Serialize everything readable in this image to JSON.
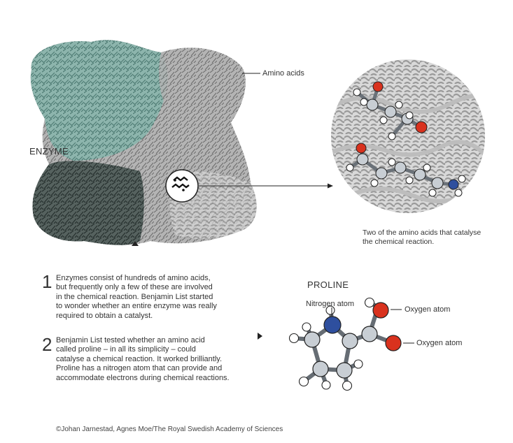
{
  "labels": {
    "enzyme": "ENZYME",
    "amino_acids": "Amino acids",
    "caption": "Two of the amino acids that catalyse\nthe chemical reaction.",
    "proline": "PROLINE",
    "nitrogen_atom": "Nitrogen atom",
    "oxygen_atom_1": "Oxygen atom",
    "oxygen_atom_2": "Oxygen atom"
  },
  "steps": [
    {
      "number": "1",
      "text": "Enzymes consist of hundreds of amino acids,\nbut frequently only a few of these are involved\nin the chemical reaction. Benjamin List started\nto wonder whether an entire enzyme was really\nrequired to obtain a catalyst."
    },
    {
      "number": "2",
      "text": "Benjamin List tested whether an amino acid\ncalled proline – in all its simplicity – could\ncatalyse a chemical reaction. It worked brilliantly.\nProline has a nitrogen atom that can provide and\naccommodate electrons during chemical reactions."
    }
  ],
  "credit": "©Johan Jarnestad, Agnes Moe/The Royal Swedish Academy of Sciences",
  "colors": {
    "enzyme_teal": "#7fa8a0",
    "enzyme_dark": "#3d4a48",
    "enzyme_grey": "#8f8f8f",
    "carbon": "#c8ced4",
    "hydrogen": "#ffffff",
    "oxygen": "#d9321e",
    "nitrogen": "#2e4f9e"
  }
}
